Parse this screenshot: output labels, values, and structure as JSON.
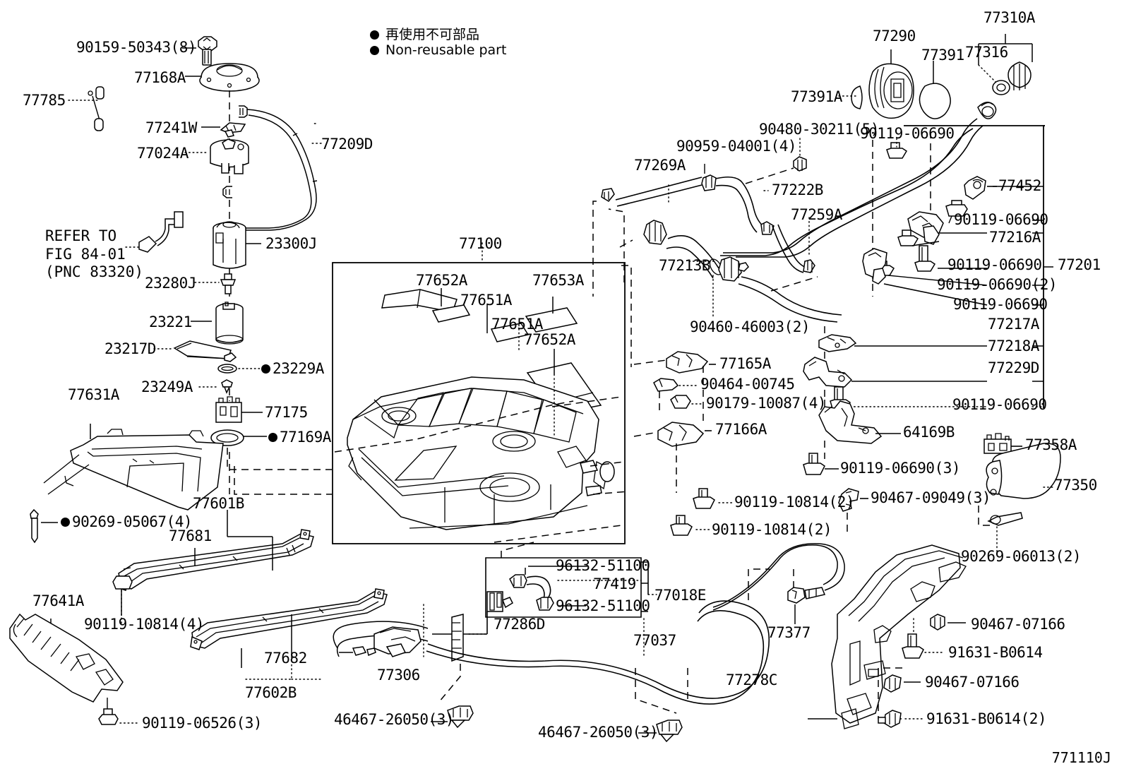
{
  "diagram": {
    "figure_id": "771110J",
    "legend": {
      "japanese": "再使用不可部品",
      "english": "Non-reusable part"
    },
    "refer_note": "REFER TO\nFIG 84-01\n(PNC 83320)"
  },
  "labels": {
    "bolt_90159_50343": "90159-50343(8)",
    "p77168A": "77168A",
    "p77785": "77785",
    "p77241W": "77241W",
    "p77024A": "77024A",
    "p77209D": "77209D",
    "p23300J": "23300J",
    "p23280J": "23280J",
    "p23221": "23221",
    "p23217D": "23217D",
    "p23229A": "23229A",
    "p23249A": "23249A",
    "p77175": "77175",
    "p77169A": "77169A",
    "p77631A": "77631A",
    "bolt_90269_05067": "90269-05067(4)",
    "p77601B": "77601B",
    "p77681": "77681",
    "p77641A": "77641A",
    "bolt_90119_10814_4": "90119-10814(4)",
    "bolt_90119_06526": "90119-06526(3)",
    "p77682": "77682",
    "p77602B": "77602B",
    "p77100": "77100",
    "p77652A_1": "77652A",
    "p77651A_1": "77651A",
    "p77651A_2": "77651A",
    "p77652A_2": "77652A",
    "p77653A": "77653A",
    "p77269A": "77269A",
    "bolt_90959_04001": "90959-04001(4)",
    "bolt_90480_30211": "90480-30211(5)",
    "p77222B": "77222B",
    "p77259A": "77259A",
    "p77213B": "77213B",
    "bolt_90460_46003": "90460-46003(2)",
    "p77290": "77290",
    "p77391": "77391",
    "p77391A": "77391A",
    "p77310A": "77310A",
    "p77316": "77316",
    "bolt_90119_06690_top": "90119-06690",
    "p77452": "77452",
    "bolt_90119_06690_a": "90119-06690",
    "p77216A": "77216A",
    "bolt_90119_06690_b": "90119-06690",
    "bolt_90119_06690_2": "90119-06690(2)",
    "bolt_90119_06690_c": "90119-06690",
    "p77217A": "77217A",
    "p77218A": "77218A",
    "p77229D": "77229D",
    "bolt_90119_06690_d": "90119-06690",
    "p77201": "77201",
    "p77165A": "77165A",
    "bolt_90464_00745": "90464-00745",
    "bolt_90179_10087": "90179-10087(4)",
    "p77166A": "77166A",
    "bolt_90119_10814_a": "90119-10814(2)",
    "bolt_90119_10814_b": "90119-10814(2)",
    "p64169B": "64169B",
    "bolt_90119_06690_3": "90119-06690(3)",
    "bolt_90467_09049": "90467-09049(3)",
    "p77358A": "77358A",
    "p77350": "77350",
    "bolt_90269_06013": "90269-06013(2)",
    "clip_96132_51100_a": "96132-51100",
    "p77419": "77419",
    "clip_96132_51100_b": "96132-51100",
    "p77018E": "77018E",
    "p77286D": "77286D",
    "p77306": "77306",
    "p77037": "77037",
    "clip_46467_26050_a": "46467-26050(3)",
    "clip_46467_26050_b": "46467-26050(3)",
    "p77377": "77377",
    "p77278C": "77278C",
    "bolt_90467_07166_a": "90467-07166",
    "bolt_91631_B0614_a": "91631-B0614",
    "bolt_90467_07166_b": "90467-07166",
    "bolt_91631_B0614_b": "91631-B0614(2)"
  }
}
